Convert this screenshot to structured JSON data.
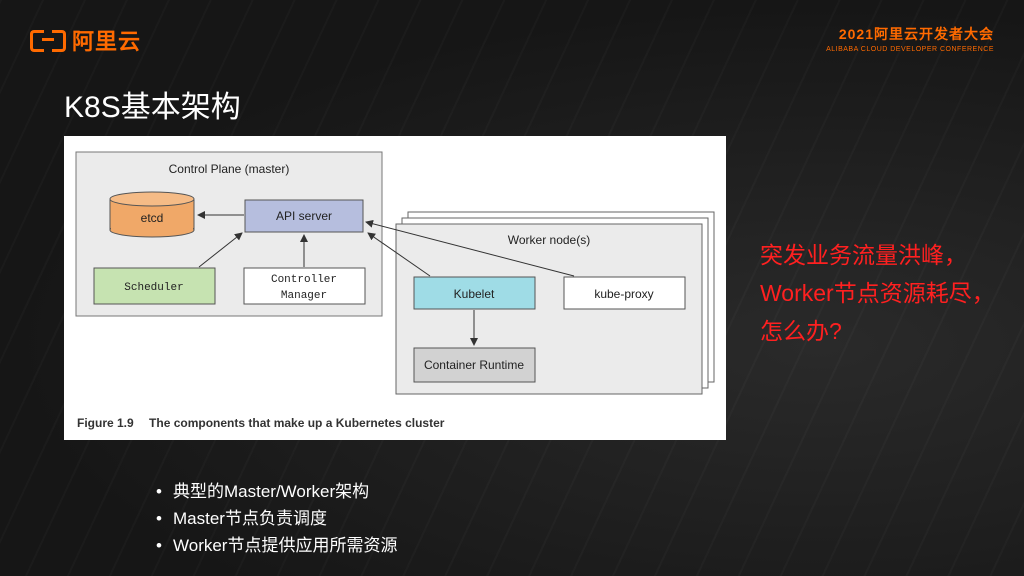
{
  "brand": {
    "logo_text": "阿里云",
    "conference_title": "2021阿里云开发者大会",
    "conference_subtitle": "ALIBABA CLOUD DEVELOPER CONFERENCE"
  },
  "slide": {
    "title": "K8S基本架构"
  },
  "diagram": {
    "control_plane_label": "Control Plane (master)",
    "etcd": "etcd",
    "api_server": "API server",
    "scheduler": "Scheduler",
    "controller_manager_line1": "Controller",
    "controller_manager_line2": "Manager",
    "worker_nodes_label": "Worker node(s)",
    "kubelet": "Kubelet",
    "kube_proxy": "kube-proxy",
    "container_runtime": "Container Runtime",
    "caption_number": "Figure 1.9",
    "caption_text": "The components that make up a Kubernetes cluster"
  },
  "callout": {
    "text": "突发业务流量洪峰，Worker节点资源耗尽，怎么办?"
  },
  "bullets": [
    "典型的Master/Worker架构",
    "Master节点负责调度",
    "Worker节点提供应用所需资源"
  ],
  "colors": {
    "brand_orange": "#ff6a00",
    "callout_red": "#ff2020",
    "etcd_fill": "#f0a868",
    "api_fill": "#b6bede",
    "scheduler_fill": "#c6e3b1",
    "kubelet_fill": "#9fdce6",
    "runtime_fill": "#d2d2d2"
  }
}
